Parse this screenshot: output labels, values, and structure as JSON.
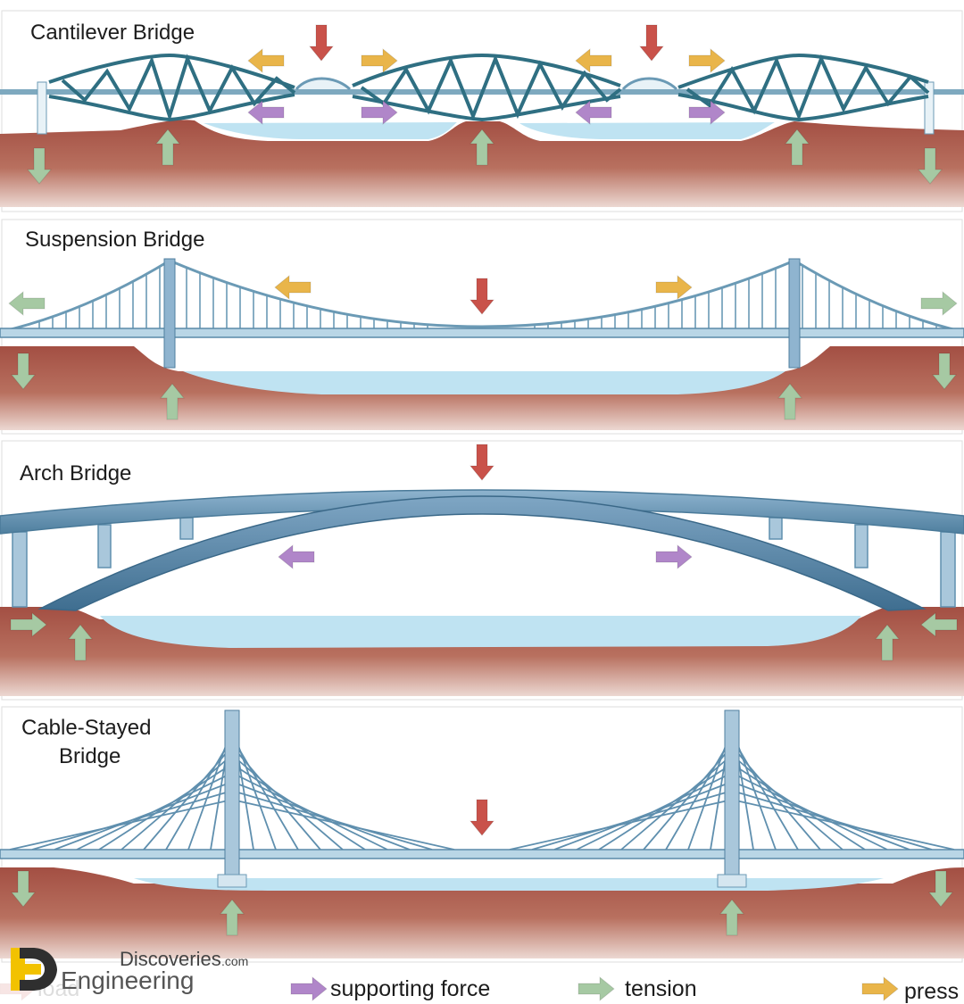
{
  "colors": {
    "load": "#c9524a",
    "supporting_force": "#b086c9",
    "tension": "#a6c9a3",
    "compression": "#e9b54a",
    "ground": "#a9584a",
    "water": "#bfe3f2",
    "steel": "#6b9ab5",
    "truss": "#3f7f93",
    "border": "#d9d9d9"
  },
  "panels": {
    "cantilever": {
      "title": "Cantilever Bridge"
    },
    "suspension": {
      "title": "Suspension Bridge"
    },
    "arch": {
      "title": "Arch Bridge"
    },
    "cable_stayed": {
      "title_line1": "Cable-Stayed",
      "title_line2": "Bridge"
    }
  },
  "legend": {
    "load": "load",
    "supporting_force": "supporting force",
    "tension": "tension",
    "compression": "press"
  },
  "watermark": {
    "brand_line1": "Discoveries",
    "brand_suffix": ".com",
    "brand_line2": "Engineering"
  }
}
